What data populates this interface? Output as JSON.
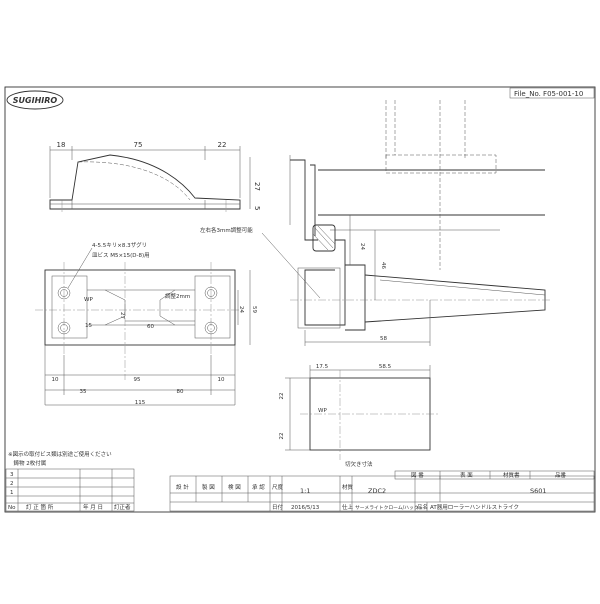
{
  "logo": {
    "text": "SUGIHIRO"
  },
  "file_no": "File_No. F05-001-10",
  "top_view": {
    "dims": {
      "d18": "18",
      "d75": "75",
      "d22": "22",
      "d27": "27",
      "d5": "5"
    }
  },
  "plan_view": {
    "hole_note": "4-5.5キリ×8.3ザグリ",
    "screw_note": "皿ビス M5×15(D-8)用",
    "adjust_note": "調整2mm",
    "wp": "WP",
    "dims": {
      "d15": "15",
      "d27": "27",
      "d60": "60",
      "d24": "24",
      "d59": "59",
      "d10a": "10",
      "d95": "95",
      "d10b": "10",
      "d35": "35",
      "d80": "80",
      "d115": "115"
    }
  },
  "section_view": {
    "note": "左右各3mm調整可能",
    "dims": {
      "d24": "24",
      "d46": "46",
      "d58": "58"
    }
  },
  "cutout_view": {
    "wp": "WP",
    "caption": "切欠き寸法",
    "dims": {
      "d175": "17.5",
      "d585": "58.5",
      "d22a": "22",
      "d22b": "22"
    }
  },
  "notes": {
    "line1": "※図示の取付ビス類は別途ご使用ください",
    "line2": "　鋳物 2枚付属"
  },
  "revision_table": {
    "rows": [
      "3",
      "2",
      "1"
    ],
    "header": {
      "no": "No",
      "loc": "訂 正 箇 所",
      "date": "年 月 日",
      "sign": "訂正者"
    }
  },
  "title_block": {
    "h_cols": [
      "設 計",
      "製 図",
      "検 図",
      "承 認"
    ],
    "scale_label": "尺度",
    "scale": "1:1",
    "material_label": "材質",
    "material": "ZDC2",
    "date_label": "日付",
    "date": "2016/5/13",
    "finish_label": "仕上",
    "finish": "サーメライトクローム/ハック",
    "name_label": "品名",
    "name": "AT器用ローラーハンドルストライク",
    "code_h": [
      "図 番",
      "表 面",
      "材質書",
      "品番"
    ],
    "code": "S601"
  }
}
